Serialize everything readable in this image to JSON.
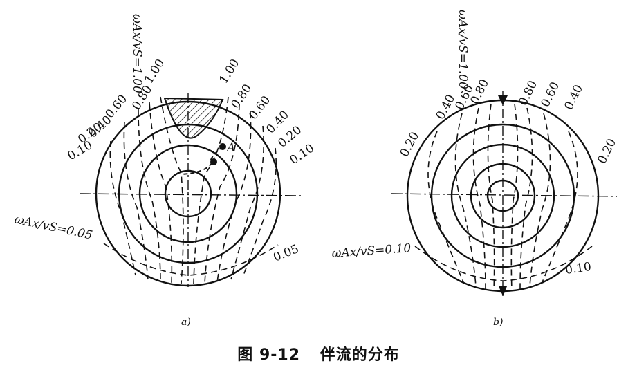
{
  "figure": {
    "panel_a": {
      "sublabel": "a)",
      "axis_label": "ωAx/vS=1.00",
      "bottom_label": "ωAx/vS=0.05",
      "left_labels": [
        "1.00",
        "0.80",
        "0.60",
        "0.40",
        "0.20",
        "0.10"
      ],
      "right_labels": [
        "1.00",
        "0.80",
        "0.60",
        "0.40",
        "0.20",
        "0.10"
      ],
      "right_bottom_label": "0.05",
      "point_label": "A"
    },
    "panel_b": {
      "sublabel": "b)",
      "axis_label": "ωAx/vS=1.00",
      "left_labels": [
        "0.80",
        "0.60",
        "0.40",
        "0.20"
      ],
      "right_labels": [
        "0.80",
        "0.60",
        "0.40",
        "0.20"
      ],
      "bottom_label": "ωAx/vS=0.10",
      "right_bottom_label": "0.10"
    },
    "caption_number": "图 9-12",
    "caption_title": "伴流的分布"
  }
}
